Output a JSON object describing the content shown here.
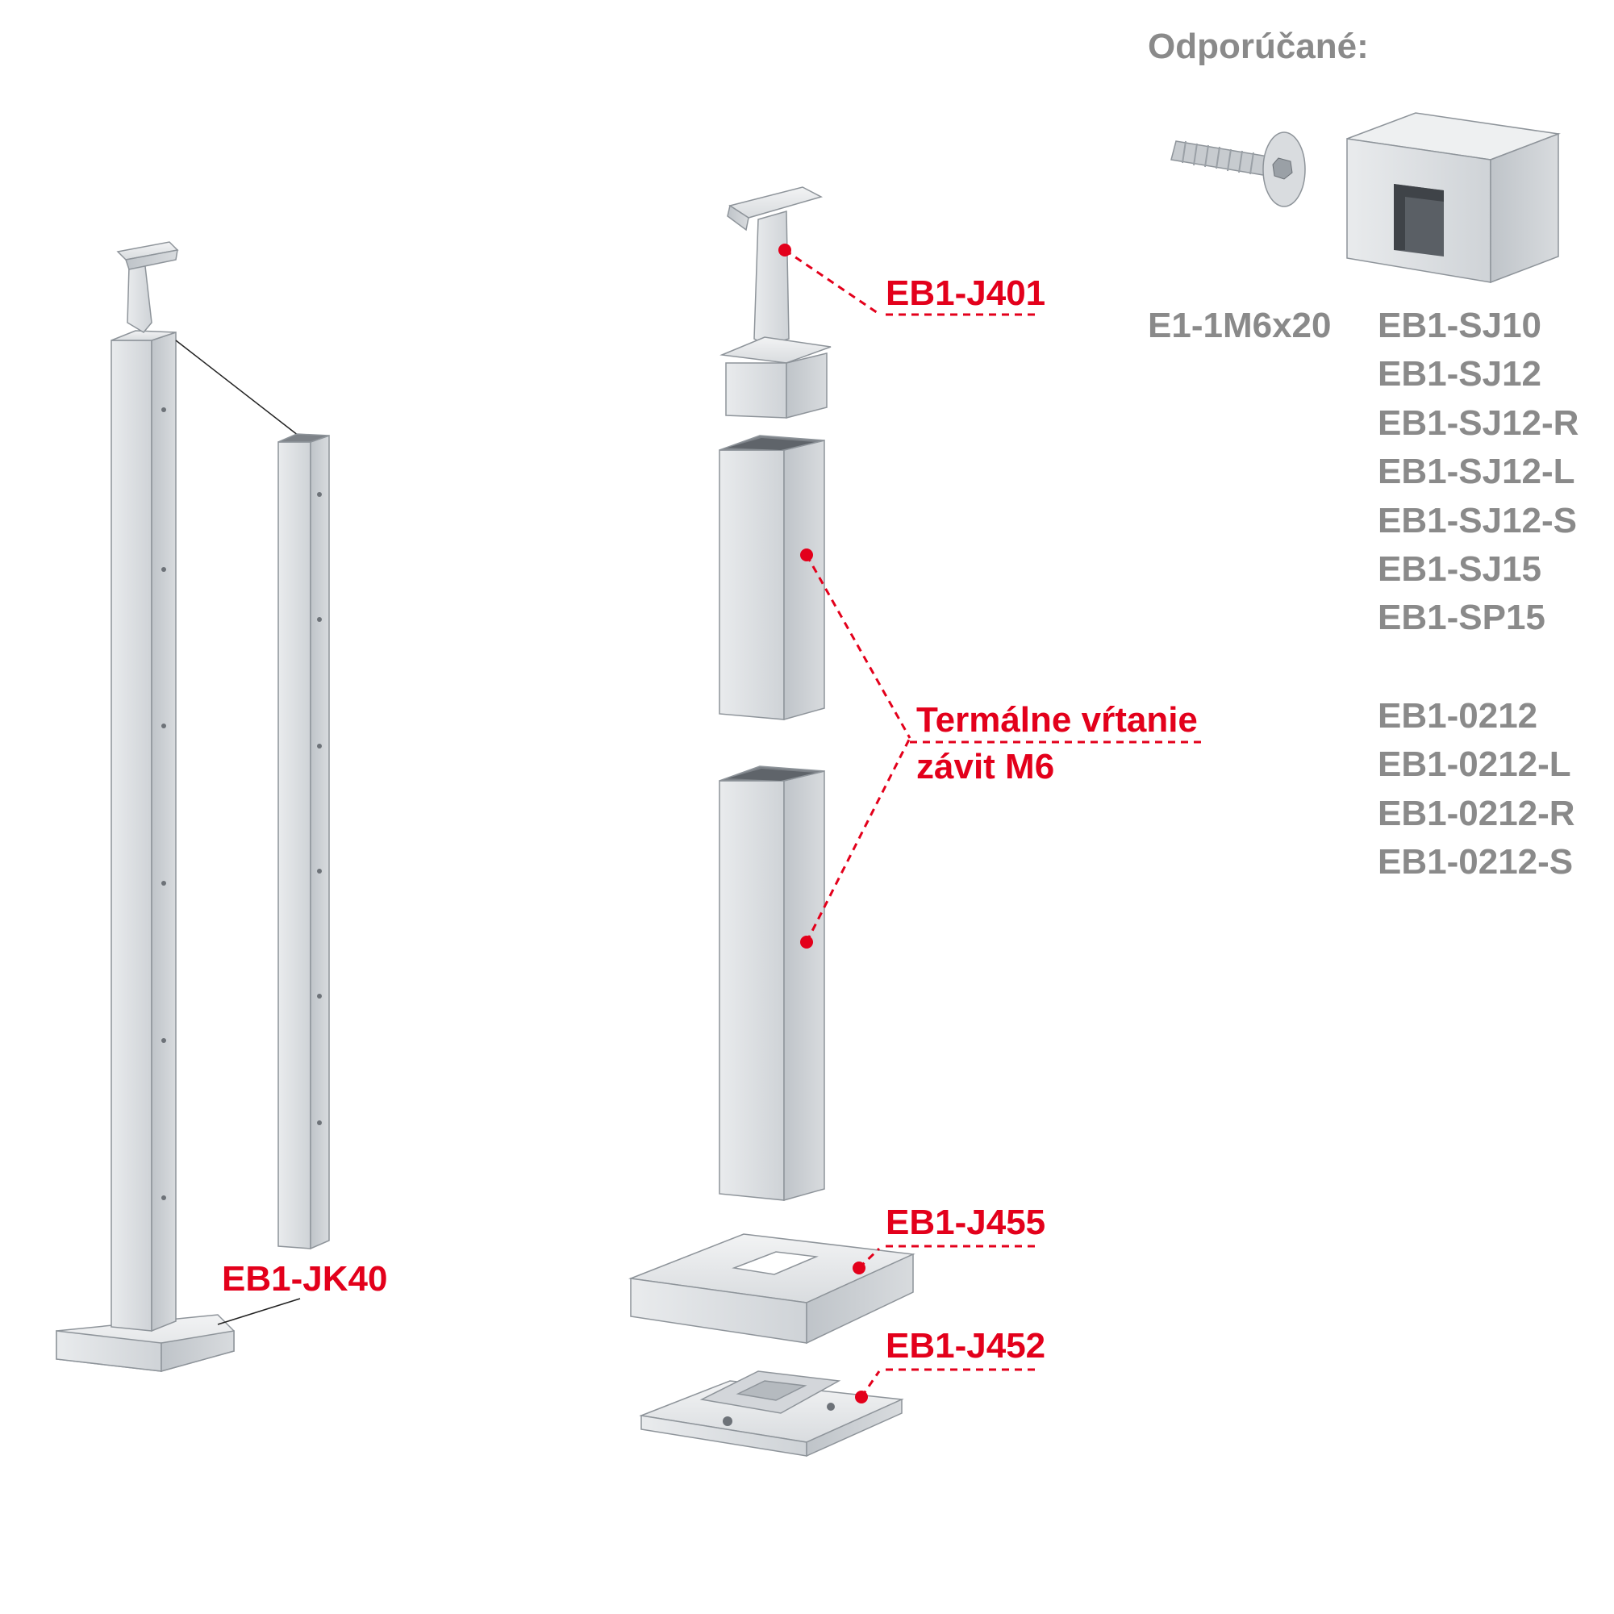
{
  "recommended": {
    "heading": "Odporúčané:",
    "screw_code": "E1-1M6x20",
    "cap_codes": [
      "EB1-SJ10",
      "EB1-SJ12",
      "EB1-SJ12-R",
      "EB1-SJ12-L",
      "EB1-SJ12-S",
      "EB1-SJ15",
      "EB1-SP15"
    ],
    "connector_codes": [
      "EB1-0212",
      "EB1-0212-L",
      "EB1-0212-R",
      "EB1-0212-S"
    ]
  },
  "assembled_post": {
    "label": "EB1-JK40"
  },
  "parts": {
    "handrail_holder": "EB1-J401",
    "drilling_line1": "Termálne vŕtanie",
    "drilling_line2": "závit M6",
    "cover_plate": "EB1-J455",
    "base_plate": "EB1-J452"
  },
  "colors": {
    "label_red": "#e3001b",
    "label_grey": "#8a8a8a",
    "metal_light": "#e6e8ea",
    "metal_mid": "#c9cdd1",
    "metal_dark": "#a8adb2"
  }
}
